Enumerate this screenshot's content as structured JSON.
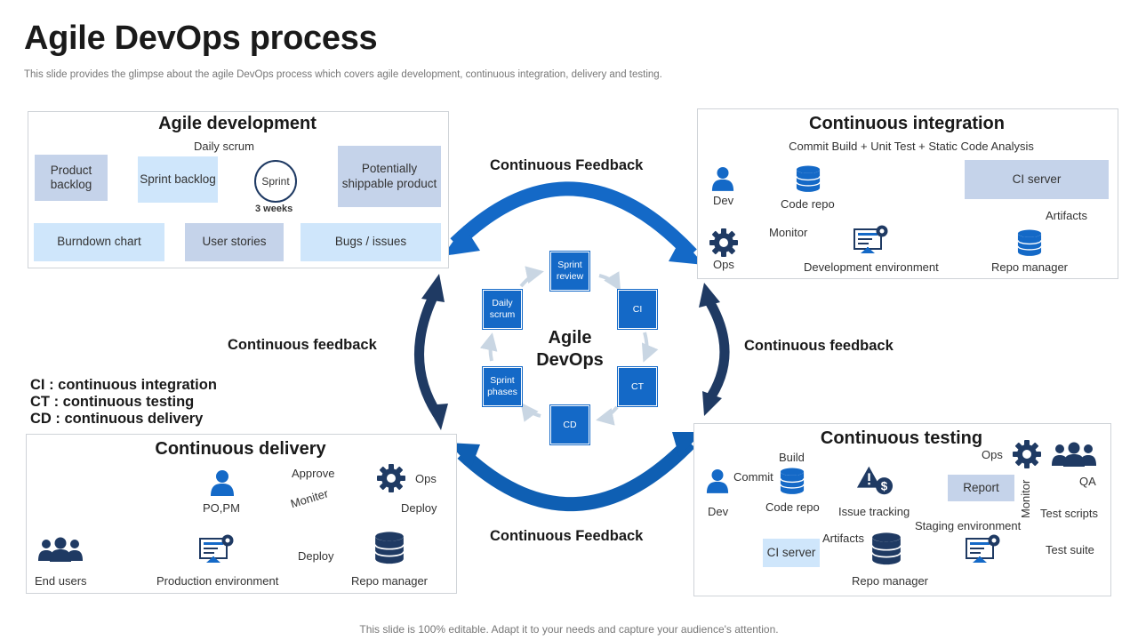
{
  "header": {
    "title": "Agile DevOps process",
    "subtitle": "This slide provides the glimpse about the agile DevOps process which covers agile development, continuous integration, delivery and testing."
  },
  "footer": "This slide is 100% editable. Adapt it to your needs and capture your audience's attention.",
  "colors": {
    "light_blue": "#cfe6fb",
    "steel_blue": "#c5d3ea",
    "brand_blue": "#1469c7",
    "navy": "#1f3a63"
  },
  "feedback_labels": {
    "top": "Continuous Feedback",
    "left": "Continuous feedback",
    "right": "Continuous feedback",
    "bottom": "Continuous Feedback"
  },
  "legend": [
    "CI : continuous integration",
    "CT : continuous testing",
    "CD : continuous delivery"
  ],
  "center": {
    "line1": "Agile",
    "line2": "DevOps",
    "steps": [
      "Sprint review",
      "CI",
      "CT",
      "CD",
      "Sprint phases",
      "Daily scrum"
    ]
  },
  "agile": {
    "title": "Agile development",
    "product_backlog": "Product backlog",
    "sprint_backlog": "Sprint backlog",
    "daily_scrum": "Daily scrum",
    "sprint": "Sprint",
    "weeks": "3 weeks",
    "potentially_shippable": "Potentially shippable product",
    "burndown": "Burndown chart",
    "user_stories": "User stories",
    "bugs": "Bugs / issues"
  },
  "ci": {
    "title": "Continuous integration",
    "subtitle": "Commit Build + Unit Test + Static Code Analysis",
    "dev": "Dev",
    "code_repo": "Code repo",
    "ci_server": "CI server",
    "artifacts": "Artifacts",
    "ops": "Ops",
    "monitor": "Monitor",
    "dev_env": "Development  environment",
    "repo_manager": "Repo manager"
  },
  "cd": {
    "title": "Continuous delivery",
    "popm": "PO,PM",
    "approve": "Approve",
    "ops": "Ops",
    "moniter": "Moniter",
    "deploy1": "Deploy",
    "deploy2": "Deploy",
    "end_users": "End users",
    "prod_env": "Production environment",
    "repo_manager": "Repo manager"
  },
  "ct": {
    "title": "Continuous testing",
    "build": "Build",
    "commit": "Commit",
    "dev": "Dev",
    "code_repo": "Code repo",
    "issue_tracking": "Issue tracking",
    "report": "Report",
    "ops": "Ops",
    "monitor": "Monitor",
    "qa": "QA",
    "staging_env": "Staging environment",
    "test_scripts": "Test scripts",
    "test_suite": "Test suite",
    "ci_server": "CI server",
    "artifacts": "Artifacts",
    "repo_manager": "Repo manager"
  }
}
